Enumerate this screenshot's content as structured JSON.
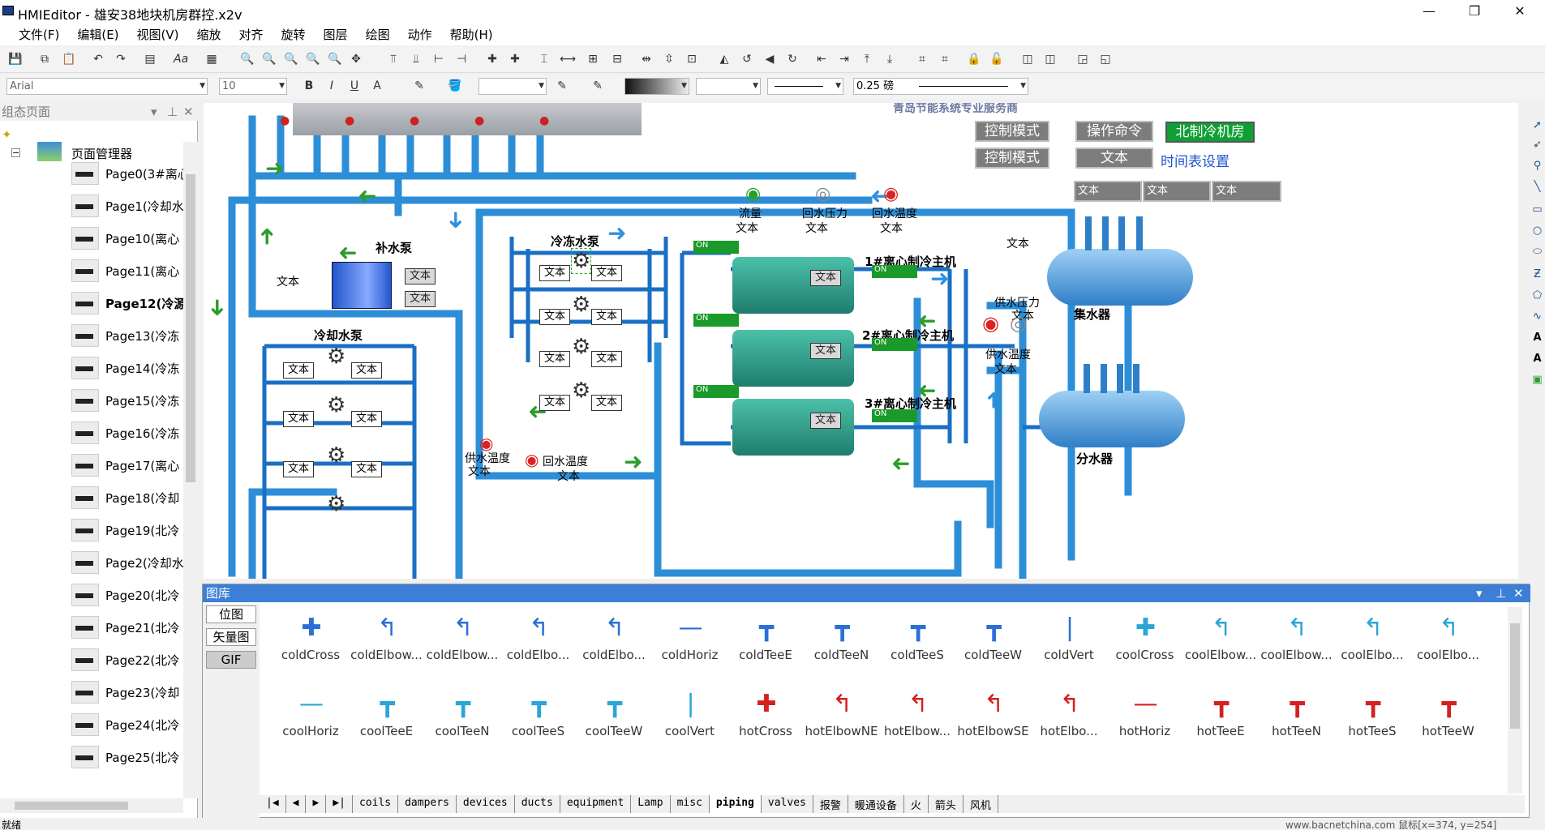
{
  "window": {
    "title": "HMIEditor - 雄安38地块机房群控.x2v",
    "min_icon": "minimize-icon",
    "max_icon": "maximize-icon",
    "close_icon": "close-icon"
  },
  "menu": [
    "文件(F)",
    "编辑(E)",
    "视图(V)",
    "缩放",
    "对齐",
    "旋转",
    "图层",
    "绘图",
    "动作",
    "帮助(H)"
  ],
  "format_bar": {
    "font": "Arial",
    "size": "10",
    "line_width": "0.25 磅"
  },
  "left_panel": {
    "title": "组态页面",
    "root": "页面管理器",
    "pages": [
      "Page0(3#离心",
      "Page1(冷却水",
      "Page10(离心",
      "Page11(离心",
      "Page12(冷源",
      "Page13(冷冻",
      "Page14(冷冻",
      "Page15(冷冻",
      "Page16(冷冻",
      "Page17(离心",
      "Page18(冷却",
      "Page19(北冷",
      "Page2(冷却水",
      "Page20(北冷",
      "Page21(北冷",
      "Page22(北冷",
      "Page23(冷却",
      "Page24(北冷",
      "Page25(北冷"
    ],
    "selected": "Page12(冷源"
  },
  "canvas": {
    "header_text": "青岛节能系统专业服务商",
    "buttons": {
      "mode1": "控制模式",
      "mode2": "控制模式",
      "cmd": "操作命令",
      "text": "文本",
      "north": "北制冷机房",
      "schedule": "时间表设置"
    },
    "status_boxes": [
      "文本",
      "文本",
      "文本"
    ],
    "labels": {
      "makeup_pump": "补水泵",
      "cooling_pump": "冷却水泵",
      "chilled_pump": "冷冻水泵",
      "chiller1": "1#离心制冷主机",
      "chiller2": "2#离心制冷主机",
      "chiller3": "3#离心制冷主机",
      "collector": "集水器",
      "distributor": "分水器",
      "flow": "流量",
      "return_pressure": "回水压力",
      "return_temp": "回水温度",
      "supply_pressure": "供水压力",
      "supply_temp": "供水温度",
      "supply_temp_bottom": "供水温度",
      "return_temp_bottom": "回水温度",
      "text": "文本",
      "on": "ON"
    }
  },
  "gallery": {
    "title": "图库",
    "tabs": [
      "位图",
      "矢量图",
      "GIF"
    ],
    "row1": [
      "coldCross",
      "coldElbow...",
      "coldElbow...",
      "coldElbo...",
      "coldElbo...",
      "coldHoriz",
      "coldTeeE",
      "coldTeeN",
      "coldTeeS",
      "coldTeeW",
      "coldVert",
      "coolCross",
      "coolElbow...",
      "coolElbow...",
      "coolElbo...",
      "coolElbo..."
    ],
    "row2": [
      "coolHoriz",
      "coolTeeE",
      "coolTeeN",
      "coolTeeS",
      "coolTeeW",
      "coolVert",
      "hotCross",
      "hotElbowNE",
      "hotElbow...",
      "hotElbowSE",
      "hotElbo...",
      "hotHoriz",
      "hotTeeE",
      "hotTeeN",
      "hotTeeS",
      "hotTeeW"
    ],
    "bottom_tabs": [
      "coils",
      "dampers",
      "devices",
      "ducts",
      "equipment",
      "Lamp",
      "misc",
      "piping",
      "valves",
      "报警",
      "暖通设备",
      "火",
      "箭头",
      "风机"
    ],
    "active_tab": "piping"
  },
  "status_bar": {
    "left": "就绪",
    "right": "www.bacnetchina.com  鼠标[x=374, y=254]"
  }
}
